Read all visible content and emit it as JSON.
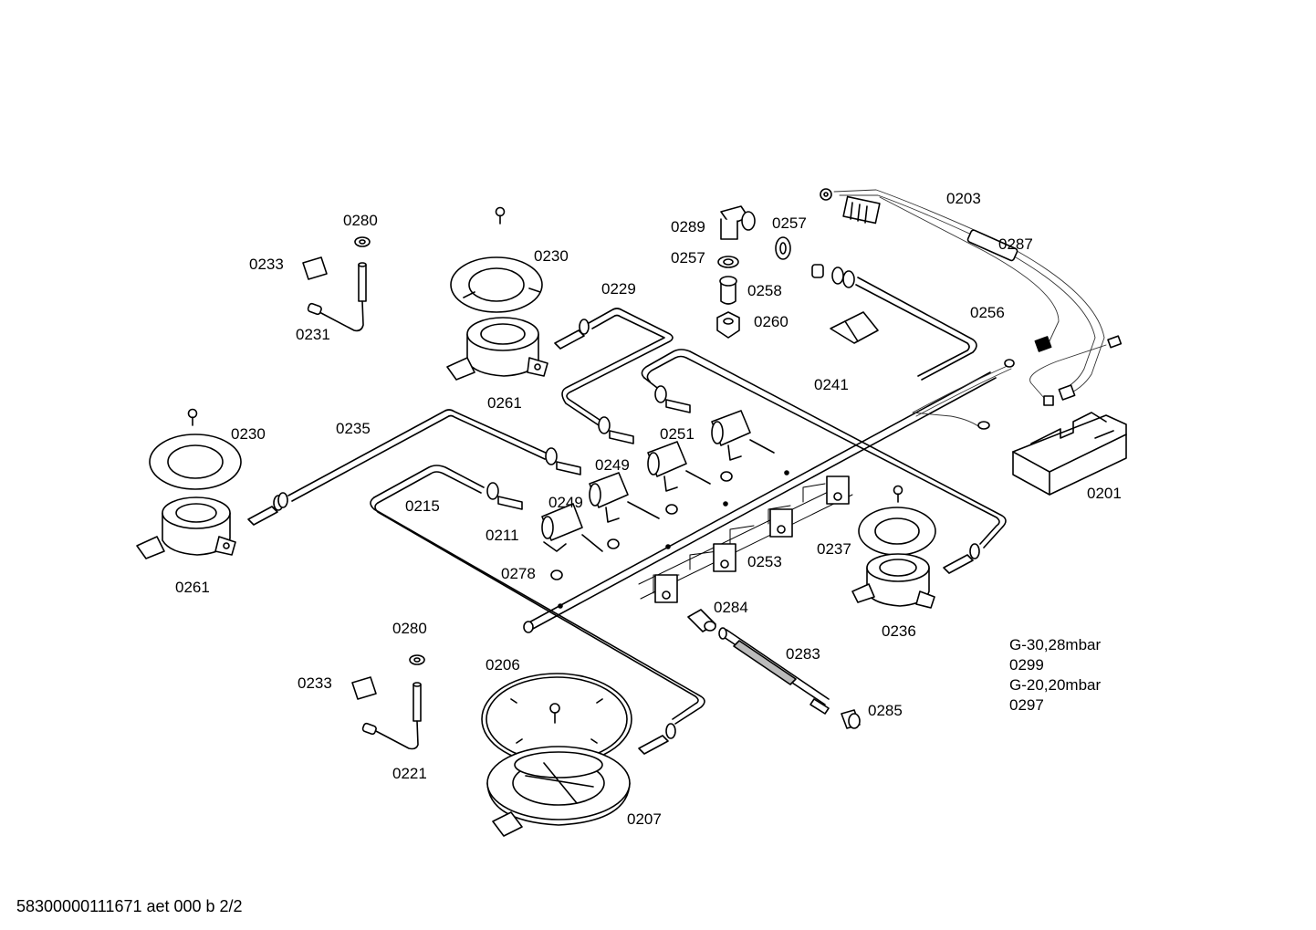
{
  "diagram": {
    "part_labels": {
      "p0280a": "0280",
      "p0233a": "0233",
      "p0231": "0231",
      "p0230a": "0230",
      "p0261a": "0261",
      "p0229": "0229",
      "p0289": "0289",
      "p0257a": "0257",
      "p0257b": "0257",
      "p0258": "0258",
      "p0260": "0260",
      "p0203": "0203",
      "p0287": "0287",
      "p0256": "0256",
      "p0241": "0241",
      "p0230b": "0230",
      "p0235": "0235",
      "p0261b": "0261",
      "p0215": "0215",
      "p0211": "0211",
      "p0249a": "0249",
      "p0249b": "0249",
      "p0251": "0251",
      "p0278": "0278",
      "p0253": "0253",
      "p0237": "0237",
      "p0236": "0236",
      "p0201": "0201",
      "p0284": "0284",
      "p0283": "0283",
      "p0285": "0285",
      "p0280b": "0280",
      "p0233b": "0233",
      "p0221": "0221",
      "p0206": "0206",
      "p0207": "0207"
    },
    "gas_variants": [
      "G-30,28mbar",
      "0299",
      "G-20,20mbar",
      "0297"
    ],
    "footer": "58300000111671 aet 000 b 2/2"
  }
}
